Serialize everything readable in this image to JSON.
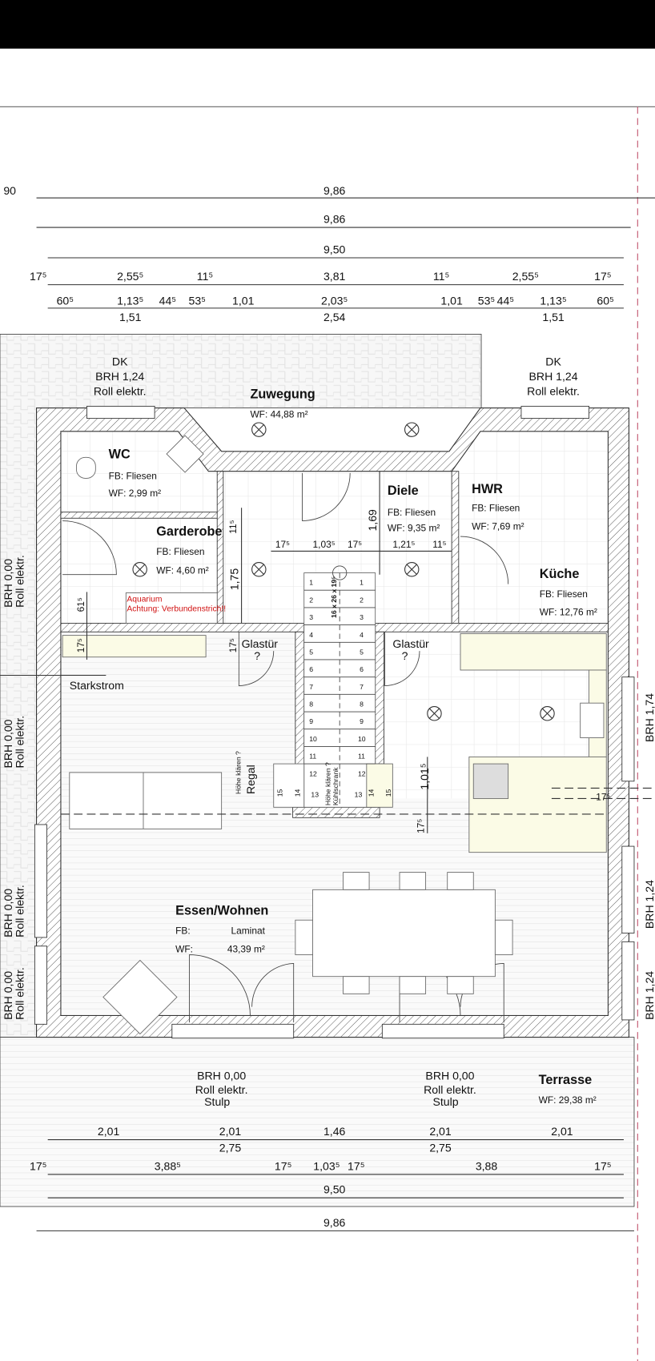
{
  "colors": {
    "header": "#000000",
    "wall_hatch": "#444444",
    "paving": "#ececec",
    "counter": "#fbfbe6",
    "red_note": "#d01010",
    "property_line": "#c0506a"
  },
  "dims_top": {
    "left_cut": "90",
    "row1": "9,86",
    "row2": "9,86",
    "row3": "9,50",
    "row4": [
      "17⁵",
      "2,55⁵",
      "11⁵",
      "3,81",
      "11⁵",
      "2,55⁵",
      "17⁵"
    ],
    "row5": [
      "60⁵",
      "1,13⁵",
      "44⁵",
      "53⁵",
      "1,01",
      "2,03⁵",
      "1,01",
      "53⁵",
      "44⁵",
      "1,13⁵",
      "60⁵"
    ],
    "row5_sub": [
      "1,51",
      "2,54",
      "1,51"
    ]
  },
  "windows_top": {
    "left": [
      "DK",
      "BRH 1,24",
      "Roll elektr."
    ],
    "right": [
      "DK",
      "BRH 1,24",
      "Roll elektr."
    ]
  },
  "rooms": {
    "zuwegung": {
      "name": "Zuwegung",
      "wf": "WF: 44,88 m²"
    },
    "wc": {
      "name": "WC",
      "fb": "FB:  Fliesen",
      "wf": "WF: 2,99 m²"
    },
    "garderobe": {
      "name": "Garderobe",
      "fb": "FB:    Fliesen",
      "wf": "WF:  4,60 m²"
    },
    "diele": {
      "name": "Diele",
      "fb": "FB:  Fliesen",
      "wf": "WF: 9,35 m²"
    },
    "hwr": {
      "name": "HWR",
      "fb": "FB:  Fliesen",
      "wf": "WF: 7,69 m²"
    },
    "kueche": {
      "name": "Küche",
      "fb": "FB:     Fliesen",
      "wf": "WF: 12,76 m²"
    },
    "essen": {
      "name": "Essen/Wohnen",
      "fb_label": "FB:",
      "fb_value": "Laminat",
      "wf_label": "WF:",
      "wf_value": "43,39 m²"
    },
    "terrasse": {
      "name": "Terrasse",
      "wf": "WF: 29,38 m²"
    }
  },
  "notes": {
    "aquarium": "Aquarium",
    "achtung": "Achtung: Verbundenstrich!!",
    "starkstrom": "Starkstrom",
    "glastuer_left": [
      "Glastür",
      "?"
    ],
    "glastuer_right": [
      "Glastür",
      "?"
    ],
    "regal": [
      "Höhe klären ?",
      "Regal"
    ],
    "kuehlschrank": [
      "Höhe klären ?",
      "Kühlschrank"
    ],
    "stair_spec": "16 x 26 x 19⁵",
    "stair_steps": [
      "1",
      "2",
      "3",
      "4",
      "5",
      "6",
      "7",
      "8",
      "9",
      "10",
      "11",
      "12",
      "13"
    ],
    "shelf_nums": [
      "15",
      "14",
      "14",
      "15"
    ]
  },
  "dims_inner": {
    "v_11": "11⁵",
    "v_175": "1,75",
    "v_169": "1,69",
    "v_61": "61⁵",
    "v_17a": "17⁵",
    "v_17b": "17⁵",
    "h_row": [
      "17⁵",
      "1,03⁵",
      "17⁵",
      "1,21⁵",
      "11⁵"
    ],
    "v_1015": "1,01⁵",
    "v_17c": "17⁵",
    "h_17k": "17⁵"
  },
  "side_labels": {
    "left": [
      [
        "BRH 0,00",
        "Roll elektr."
      ],
      [
        "BRH 0,00",
        "Roll elektr."
      ],
      [
        "BRH 0,00",
        "Roll elektr."
      ],
      [
        "BRH 0,00",
        "Roll elektr."
      ]
    ],
    "right": [
      "BRH 1,74",
      "BRH 1,24",
      "BRH 1,24"
    ]
  },
  "windows_bottom": {
    "left": [
      "BRH 0,00",
      "Roll elektr.",
      "Stulp"
    ],
    "right": [
      "BRH 0,00",
      "Roll elektr.",
      "Stulp"
    ]
  },
  "dims_bottom": {
    "row1": [
      "2,01",
      "2,01",
      "1,46",
      "2,01",
      "2,01"
    ],
    "row1_sub": [
      "2,75",
      "2,75"
    ],
    "row2": [
      "17⁵",
      "3,88⁵",
      "17⁵",
      "1,03⁵",
      "17⁵",
      "3,88",
      "17⁵"
    ],
    "row3": "9,50",
    "row4": "9,86"
  }
}
